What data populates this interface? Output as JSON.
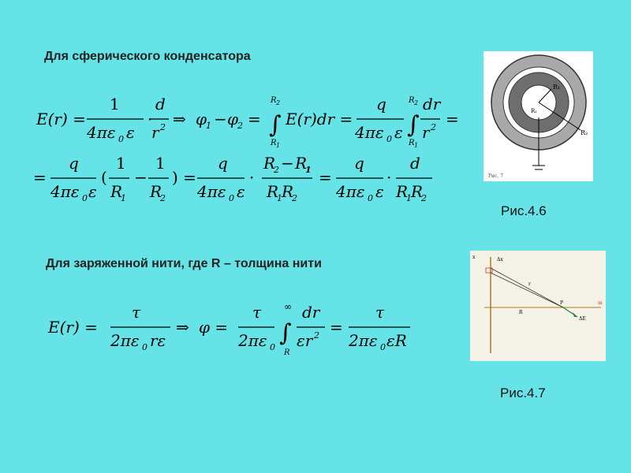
{
  "headings": {
    "spherical": "Для сферического конденсатора",
    "thread": "Для заряженной нити, где R – толщина нити"
  },
  "captions": {
    "fig_4_6": "Рис.4.6",
    "fig_4_7": "Рис.4.7"
  },
  "figure_4_6": {
    "label_r1": "R₁",
    "label_r2": "R₂",
    "label_r": "R₁",
    "caption_small": "Рис. 7"
  },
  "figure_4_7": {
    "label_dx": "Δx",
    "label_r": "r",
    "label_R": "R",
    "label_P": "P",
    "label_dE": "ΔE",
    "label_x": "x",
    "label_z": "m"
  },
  "colors": {
    "background": "#66e3e6",
    "ring_outer": "#a9a9a9",
    "ring_inner": "#6e6e6e"
  }
}
